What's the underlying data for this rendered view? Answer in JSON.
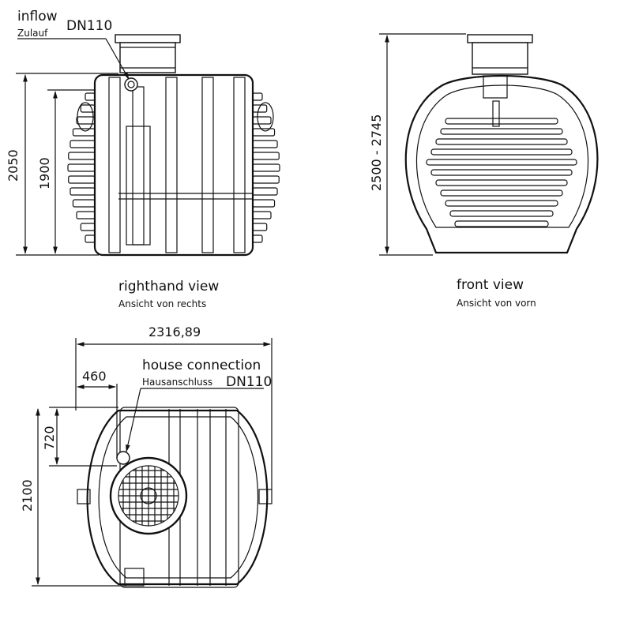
{
  "views": {
    "right": {
      "inflow_label": "inflow",
      "inflow_sub": "Zulauf",
      "inflow_dn": "DN110",
      "dim_outer": "2050",
      "dim_inner": "1900",
      "caption": "righthand view",
      "caption_sub": "Ansicht von rechts"
    },
    "front": {
      "dim_height": "2500 - 2745",
      "caption": "front view",
      "caption_sub": "Ansicht von vorn"
    },
    "top": {
      "dim_width": "2316,89",
      "dim_offset": "460",
      "house_label": "house connection",
      "house_sub": "Hausanschluss",
      "house_dn": "DN110",
      "dim_720": "720",
      "dim_depth": "2100"
    }
  }
}
